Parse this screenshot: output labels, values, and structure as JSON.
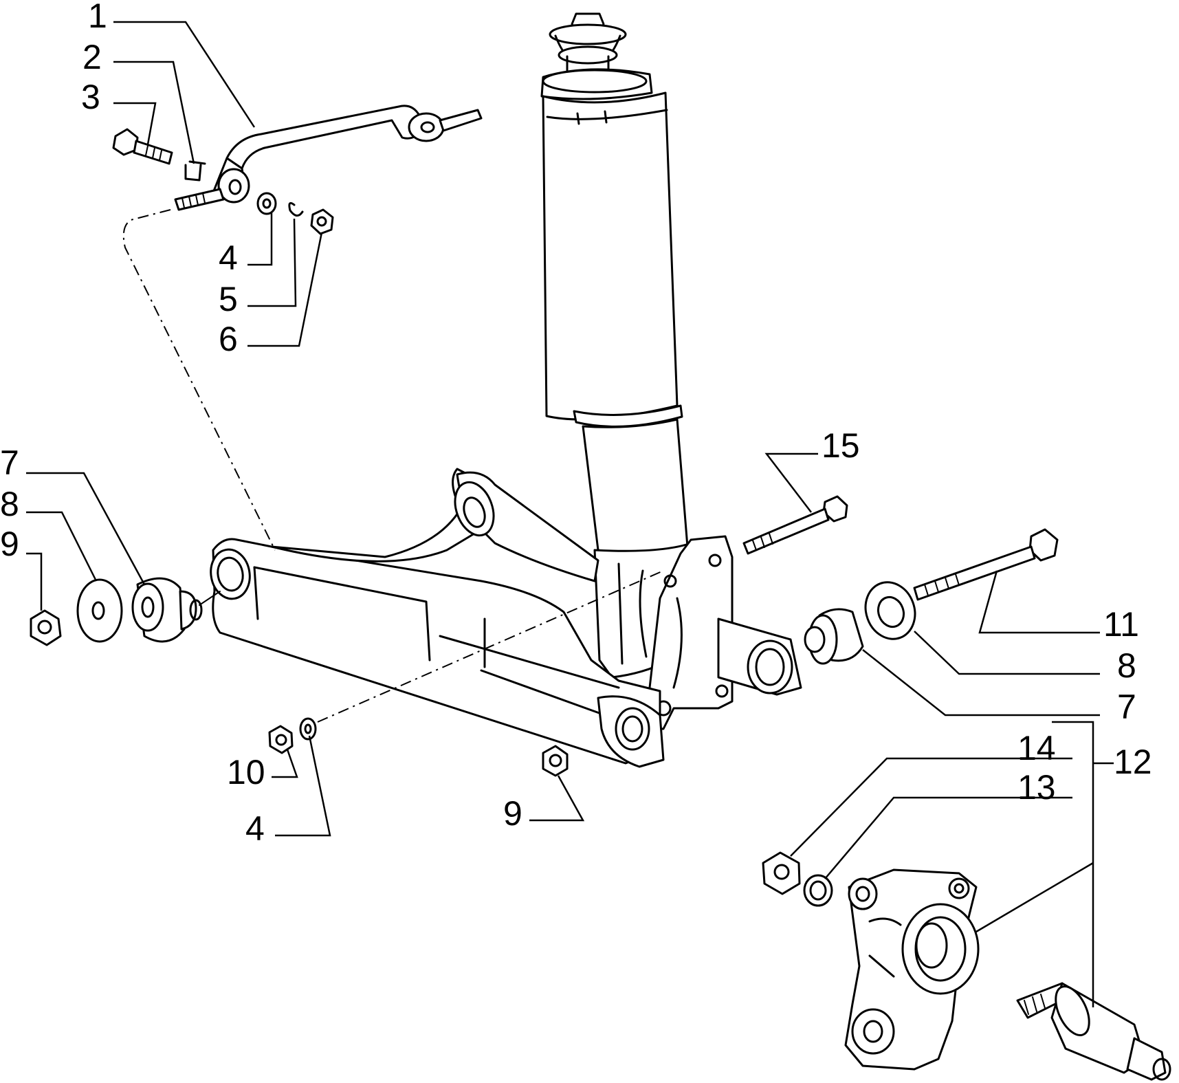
{
  "callouts": {
    "c1": "1",
    "c2": "2",
    "c3": "3",
    "c4a": "4",
    "c5": "5",
    "c6": "6",
    "c7a": "7",
    "c8a": "8",
    "c9a": "9",
    "c15": "15",
    "c11": "11",
    "c8b": "8",
    "c7b": "7",
    "c14": "14",
    "c12": "12",
    "c13": "13",
    "c10": "10",
    "c4b": "4",
    "c9b": "9"
  },
  "parts": [
    {
      "id": "stabilizer-link",
      "callout": "1"
    },
    {
      "id": "clip",
      "callout": "2"
    },
    {
      "id": "bolt",
      "callout": "3"
    },
    {
      "id": "washer",
      "callout": "4"
    },
    {
      "id": "spring-washer",
      "callout": "5"
    },
    {
      "id": "nut",
      "callout": "6"
    },
    {
      "id": "bushing",
      "callout": "7"
    },
    {
      "id": "washer-large",
      "callout": "8"
    },
    {
      "id": "self-locking-nut",
      "callout": "9"
    },
    {
      "id": "nut-small",
      "callout": "10"
    },
    {
      "id": "pivot-bolt",
      "callout": "11"
    },
    {
      "id": "ball-joint-kit",
      "callout": "12"
    },
    {
      "id": "washer-hub",
      "callout": "13"
    },
    {
      "id": "hub-nut",
      "callout": "14"
    },
    {
      "id": "strut-bolt",
      "callout": "15"
    }
  ]
}
